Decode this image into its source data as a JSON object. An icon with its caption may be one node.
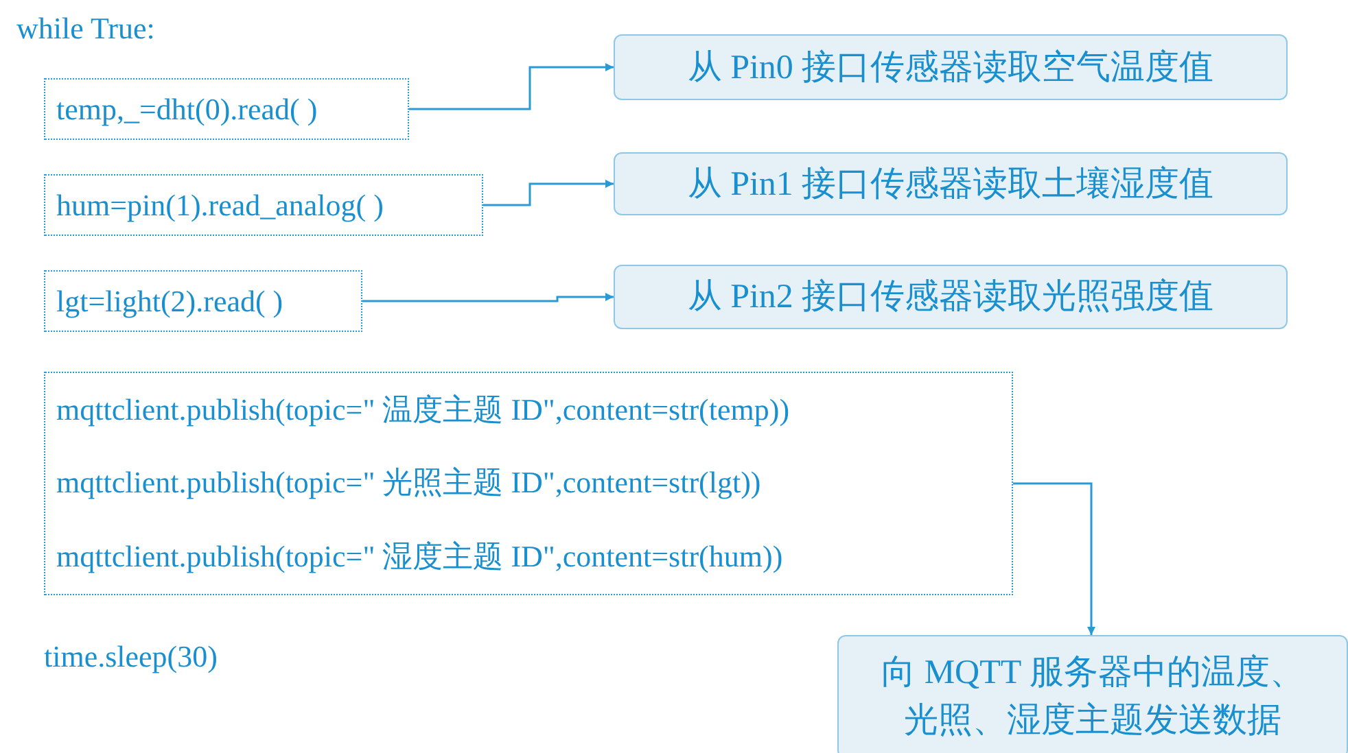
{
  "diagram": {
    "nodes": [
      {
        "text": [
          "temp,_=dht(0).read( )"
        ]
      },
      {
        "text": [
          "从 Pin0 接口传感器读取空气温度值"
        ]
      },
      {
        "text": [
          "hum=pin(1).read_analog( )"
        ]
      },
      {
        "text": [
          "从 Pin1 接口传感器读取土壤湿度值"
        ]
      },
      {
        "text": [
          "lgt=light(2).read( )"
        ]
      },
      {
        "text": [
          "从 Pin2 接口传感器读取光照强度值"
        ]
      },
      {
        "text": [
          "mqttclient.publish(topic=\" 温度主题 ID\",content=str(temp))",
          "mqttclient.publish(topic=\" 光照主题 ID\",content=str(lgt))",
          "mqttclient.publish(topic=\" 湿度主题 ID\",content=str(hum))"
        ]
      },
      {
        "text": [
          "向 MQTT 服务器中的温度、光照、湿度主题发送数据"
        ]
      }
    ],
    "edges": [
      {
        "from": 0,
        "to": 1,
        "arrow": "to"
      },
      {
        "from": 2,
        "to": 3,
        "arrow": "to"
      },
      {
        "from": 4,
        "to": 5,
        "arrow": "to"
      },
      {
        "from": 6,
        "to": 7,
        "arrow": "to"
      }
    ],
    "labels": [
      "while True:",
      "time.sleep(30)"
    ]
  }
}
